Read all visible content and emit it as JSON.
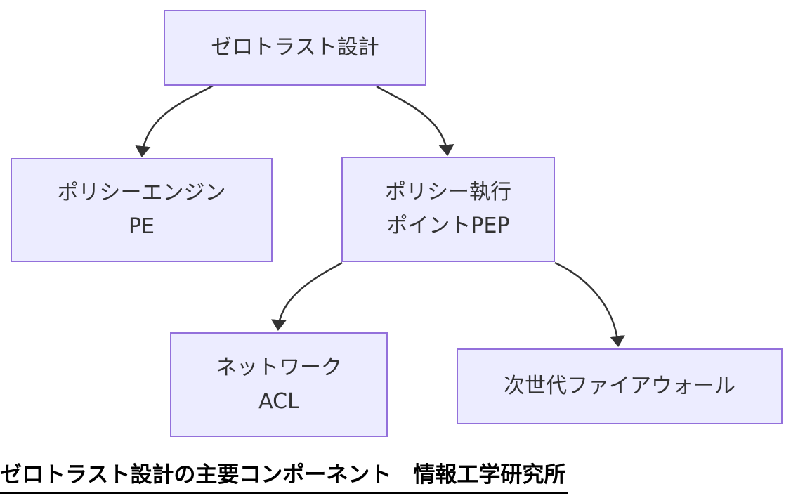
{
  "diagram": {
    "type": "flowchart",
    "direction": "top-down",
    "colors": {
      "background": "#ffffff",
      "node_fill": "#ececff",
      "node_border": "#9370db",
      "node_text": "#333333",
      "edge": "#333333",
      "caption_text": "#000000"
    },
    "nodes": [
      {
        "id": "zero-trust",
        "lines": [
          "ゼロトラスト設計"
        ]
      },
      {
        "id": "policy-engine",
        "lines": [
          "ポリシーエンジン",
          "PE"
        ]
      },
      {
        "id": "pep",
        "lines": [
          "ポリシー執行",
          "ポイントPEP"
        ]
      },
      {
        "id": "network-acl",
        "lines": [
          "ネットワーク",
          "ACL"
        ]
      },
      {
        "id": "ngfw",
        "lines": [
          "次世代ファイアウォール"
        ]
      }
    ],
    "edges": [
      {
        "from": "zero-trust",
        "to": "policy-engine"
      },
      {
        "from": "zero-trust",
        "to": "pep"
      },
      {
        "from": "pep",
        "to": "network-acl"
      },
      {
        "from": "pep",
        "to": "ngfw"
      }
    ],
    "caption": "ゼロトラスト設計の主要コンポーネント　情報工学研究所"
  }
}
